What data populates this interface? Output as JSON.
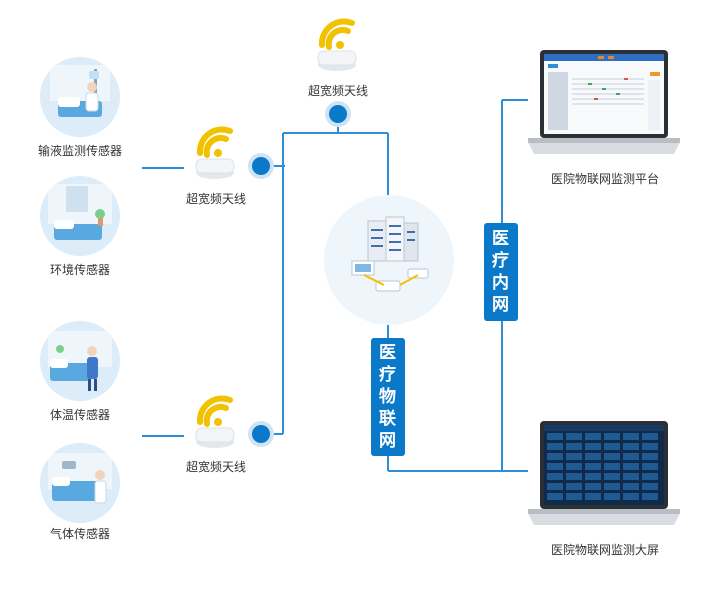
{
  "sensors": [
    {
      "label": "输液监测传感器"
    },
    {
      "label": "环境传感器"
    },
    {
      "label": "体温传感器"
    },
    {
      "label": "气体传感器"
    }
  ],
  "antennas": {
    "top": "超宽频天线",
    "left_upper": "超宽频天线",
    "left_lower": "超宽频天线"
  },
  "networks": {
    "medical_intranet": [
      "医",
      "疗",
      "内",
      "网"
    ],
    "medical_iot": [
      "医",
      "疗",
      "物",
      "联",
      "网"
    ]
  },
  "monitors": {
    "platform": "医院物联网监测平台",
    "screen": "医院物联网监测大屏"
  },
  "colors": {
    "accent": "#0b79c9",
    "line": "#2f8fd6",
    "halo": "#cfe3f5"
  }
}
